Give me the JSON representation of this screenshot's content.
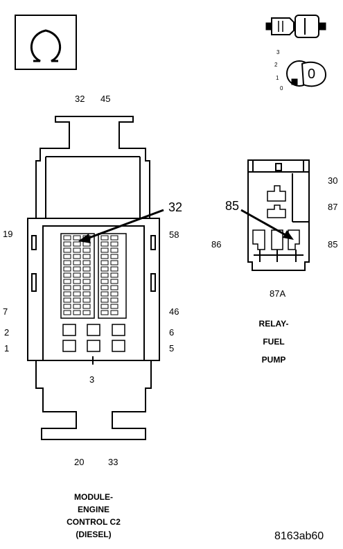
{
  "connector": {
    "top_pins": [
      "32",
      "45"
    ],
    "bottom_pins": [
      "20",
      "33"
    ],
    "left_pins": [
      "19",
      "7",
      "2",
      "1"
    ],
    "right_pins": [
      "58",
      "46",
      "6",
      "5"
    ],
    "center_pin": "3",
    "callout": "32",
    "title_lines": [
      "MODULE-",
      "ENGINE",
      "CONTROL C2",
      "(DIESEL)"
    ]
  },
  "relay": {
    "pins_right": [
      "30",
      "87",
      "85"
    ],
    "pin_left": "86",
    "pin_bottom": "87A",
    "callout": "85",
    "title_lines": [
      "RELAY-",
      "FUEL",
      "PUMP"
    ]
  },
  "icons": {
    "ignition_positions": [
      "3",
      "2",
      "1",
      "0"
    ],
    "ignition_key_label": "0"
  },
  "reference_code": "8163ab60"
}
